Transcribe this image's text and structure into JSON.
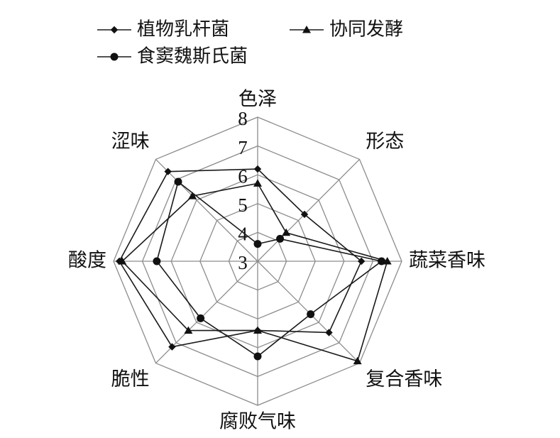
{
  "chart_data": {
    "type": "radar",
    "axes": [
      "色泽",
      "形态",
      "蔬菜香味",
      "复合香味",
      "腐败气味",
      "脆性",
      "酸度",
      "涩味"
    ],
    "r_ticks": [
      3,
      4,
      5,
      6,
      7,
      8
    ],
    "r_range": [
      3,
      8
    ],
    "grid": true,
    "legend_position": "top-left",
    "series": [
      {
        "name": "植物乳杆菌",
        "marker": "diamond",
        "values": [
          6.2,
          5.3,
          6.6,
          6.5,
          5.4,
          7.2,
          7.8,
          7.4
        ]
      },
      {
        "name": "协同发酵",
        "marker": "triangle",
        "values": [
          5.7,
          4.4,
          7.5,
          7.9,
          5.4,
          6.4,
          7.7,
          6.2
        ]
      },
      {
        "name": "食窦魏斯氏菌",
        "marker": "circle",
        "values": [
          3.6,
          4.1,
          7.3,
          5.6,
          6.3,
          5.8,
          6.5,
          6.9
        ]
      }
    ]
  },
  "colors": {
    "line": "#1a1a1a",
    "grid": "#8c8c8c",
    "marker": "#111111"
  }
}
